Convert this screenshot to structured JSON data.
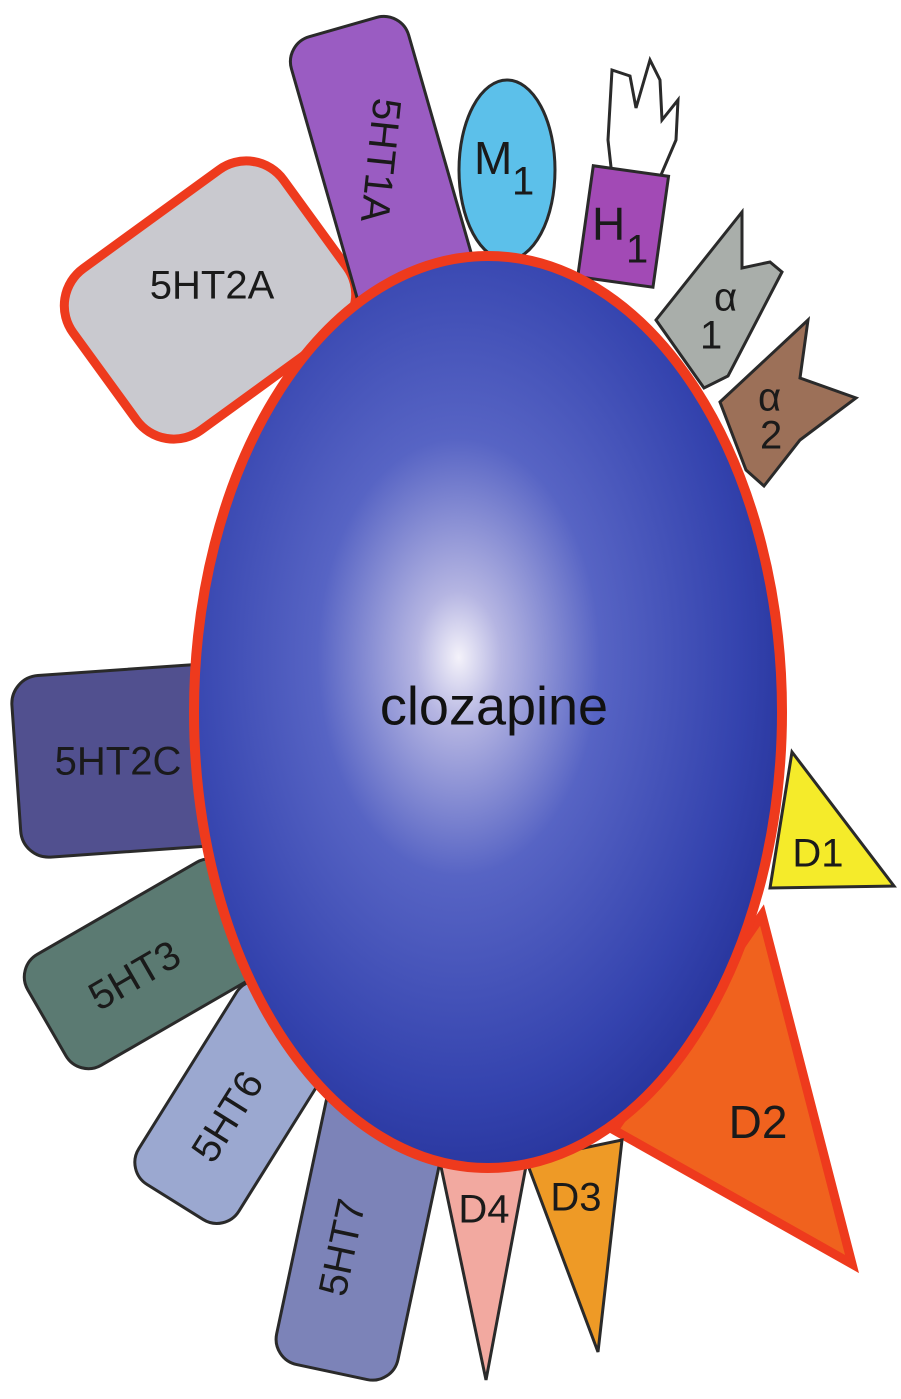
{
  "center": {
    "label": "clozapine"
  },
  "receptors": {
    "r5ht2a": {
      "label": "5HT2A",
      "color": "#c9c9cf"
    },
    "r5ht1a": {
      "label": "5HT1A",
      "color": "#9a5cc2"
    },
    "m1": {
      "label": "M",
      "sub": "1",
      "color": "#5cc0ea"
    },
    "h1": {
      "label": "H",
      "sub": "1",
      "color": "#a24ab5"
    },
    "a1": {
      "sub": "1",
      "color": "#a9aeaa"
    },
    "a2": {
      "sub": "2",
      "color": "#9c7058"
    },
    "d1": {
      "label": "D1",
      "color": "#f5eb2a"
    },
    "d2": {
      "label": "D2",
      "color": "#f0621e"
    },
    "d3": {
      "label": "D3",
      "color": "#ee9a26"
    },
    "d4": {
      "label": "D4",
      "color": "#f2a9a0"
    },
    "r5ht7": {
      "label": "5HT7",
      "color": "#7c83b8"
    },
    "r5ht6": {
      "label": "5HT6",
      "color": "#9ba8d0"
    },
    "r5ht3": {
      "label": "5HT3",
      "color": "#5b7a72"
    },
    "r5ht2c": {
      "label": "5HT2C",
      "color": "#51508f"
    }
  },
  "colors": {
    "sphere": "#3a48b4",
    "outline": "#ee3a1d"
  }
}
